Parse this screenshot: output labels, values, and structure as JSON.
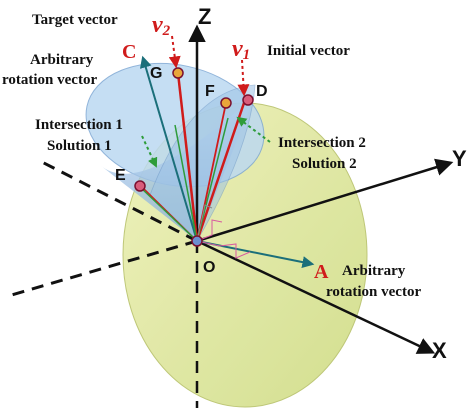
{
  "labels": {
    "target_vector": "Target vector",
    "v2_base": "v",
    "v2_sub": "2",
    "v1_base": "v",
    "v1_sub": "1",
    "initial_vector": "Initial vector",
    "arbitrary_rotation_vector_top_1": "Arbitrary",
    "arbitrary_rotation_vector_top_2": "rotation vector",
    "intersection1_line1": "Intersection 1",
    "intersection1_line2": "Solution 1",
    "intersection2_line1": "Intersection 2",
    "intersection2_line2": "Solution 2",
    "arbitrary_rotation_vector_bottom_1": "Arbitrary",
    "arbitrary_rotation_vector_bottom_2": "rotation vector"
  },
  "axes": {
    "x": "X",
    "y": "Y",
    "z": "Z"
  },
  "points": {
    "origin": "O",
    "c": "C",
    "g": "G",
    "d": "D",
    "f": "F",
    "e": "E",
    "a": "A"
  },
  "colors": {
    "red": "#d01b1b",
    "teal": "#1b6f7a",
    "cone_blue": "#a9cdeb",
    "disc_yellow": "#d9e39a",
    "green_dotted": "#2e9c3a",
    "point_fill": "#e9a53b",
    "point_stroke": "#7a1030"
  }
}
